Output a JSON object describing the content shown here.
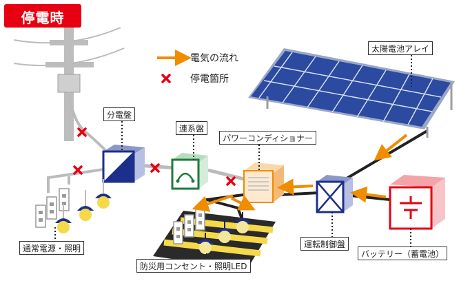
{
  "title": "停電時",
  "legend": {
    "flow": "電気の流れ",
    "outage": "停電箇所"
  },
  "labels": {
    "solar": "太陽電池アレイ",
    "distribution": "分電盤",
    "interconnect": "連系盤",
    "pcs": "パワーコンディショナー",
    "controller": "運転制御盤",
    "battery": "バッテリー（蓄電池）",
    "normal_loads": "通常電源・照明",
    "emergency_loads": "防災用コンセント・照明LED"
  },
  "colors": {
    "title_bg": "#e60012",
    "flow_arrow": "#f08c00",
    "outage_mark": "#e60012",
    "distribution_box": "#1c2f8a",
    "interconnect_box": "#1e7b3c",
    "pcs_box": "#f6c37f",
    "controller_box": "#1c2f8a",
    "battery_box": "#e60012",
    "panel": "#2b4aa0"
  },
  "icons": {
    "outage": "cross-mark-icon",
    "flow": "arrow-right-icon",
    "battery": "battery-icon"
  }
}
